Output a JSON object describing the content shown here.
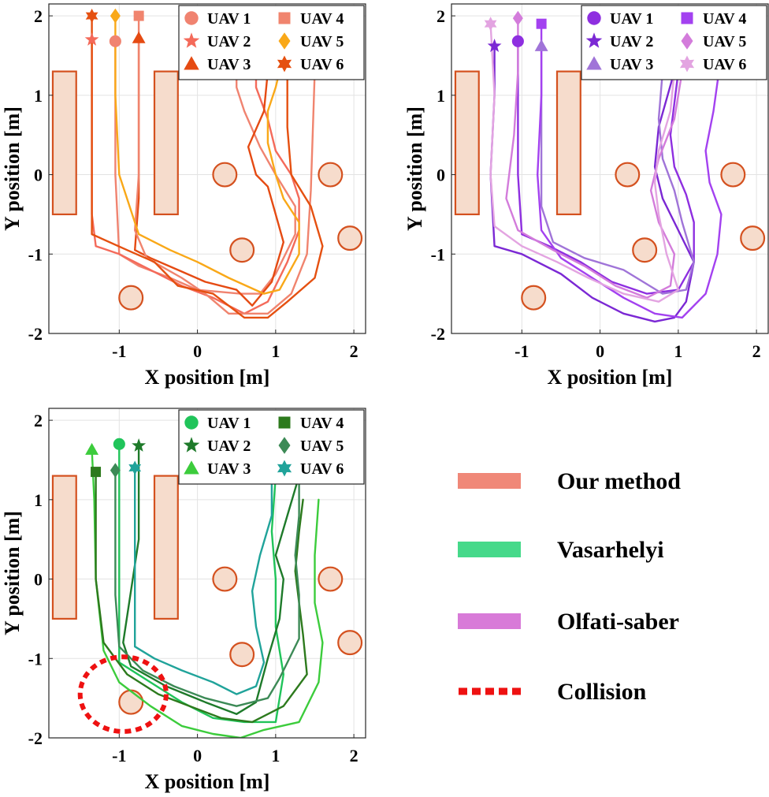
{
  "chart_data": [
    {
      "type": "line",
      "xlabel": "X position [m]",
      "ylabel": "Y position [m]",
      "xlim": [
        -1.9,
        2.15
      ],
      "ylim": [
        -2.0,
        2.15
      ],
      "x_ticks": [
        "-1",
        "0",
        "1",
        "2"
      ],
      "y_ticks": [
        "-2",
        "-1",
        "0",
        "1",
        "2"
      ],
      "grid": true,
      "legend_position": "top-right",
      "obstacles": {
        "color": "#f6dccc",
        "edge": "#d4511f",
        "rectangles": [
          {
            "x": [
              -1.85,
              -1.55
            ],
            "y": [
              -0.5,
              1.3
            ]
          },
          {
            "x": [
              -0.55,
              -0.25
            ],
            "y": [
              -0.5,
              1.3
            ]
          }
        ],
        "circles": [
          {
            "x": 0.35,
            "y": 0.0,
            "r": 0.15
          },
          {
            "x": 1.7,
            "y": 0.0,
            "r": 0.15
          },
          {
            "x": 0.57,
            "y": -0.95,
            "r": 0.15
          },
          {
            "x": 1.95,
            "y": -0.8,
            "r": 0.15
          },
          {
            "x": -0.85,
            "y": -1.55,
            "r": 0.15
          }
        ]
      },
      "series": [
        {
          "name": "UAV 1",
          "color": "#f08370",
          "marker": "circle",
          "x": [
            -1.05,
            -1.05,
            -1.05,
            -1.0,
            -0.75,
            -0.35,
            0.0,
            0.55,
            0.8,
            1.0,
            1.25,
            1.25,
            1.0,
            0.8,
            0.6,
            0.5,
            0.5
          ],
          "y": [
            1.68,
            1.0,
            0.0,
            -1.0,
            -1.15,
            -1.3,
            -1.45,
            -1.5,
            -1.5,
            -1.25,
            -0.75,
            -0.4,
            0.0,
            0.35,
            0.8,
            1.1,
            1.3
          ]
        },
        {
          "name": "UAV 2",
          "color": "#f46a5a",
          "marker": "star",
          "x": [
            -1.35,
            -1.35,
            -1.35,
            -1.35,
            -1.3,
            -1.0,
            -0.6,
            -0.2,
            0.2,
            0.6,
            0.9,
            1.15,
            1.3,
            1.3,
            1.2,
            1.0,
            0.9,
            0.75,
            0.75
          ],
          "y": [
            1.7,
            1.0,
            0.2,
            -0.5,
            -0.9,
            -1.0,
            -1.2,
            -1.4,
            -1.55,
            -1.75,
            -1.6,
            -1.1,
            -0.7,
            -0.3,
            0.0,
            0.3,
            0.7,
            1.1,
            1.3
          ]
        },
        {
          "name": "UAV 3",
          "color": "#e54a12",
          "marker": "triangle",
          "x": [
            -0.75,
            -0.75,
            -0.75,
            -0.75,
            -0.8,
            -0.6,
            -0.25,
            0.1,
            0.5,
            0.7,
            0.95,
            1.1,
            1.0,
            0.9,
            0.75,
            0.65,
            0.85,
            0.9
          ],
          "y": [
            1.72,
            1.0,
            0.4,
            -0.3,
            -0.95,
            -1.05,
            -1.2,
            -1.35,
            -1.45,
            -1.65,
            -1.35,
            -0.85,
            -0.5,
            -0.15,
            0.0,
            0.35,
            0.8,
            1.3
          ]
        },
        {
          "name": "UAV 4",
          "color": "#f0846e",
          "marker": "square",
          "x": [
            -0.75,
            -0.75,
            -0.75,
            -0.8,
            -0.65,
            -0.2,
            0.1,
            0.4,
            0.9,
            1.2,
            1.4,
            1.45,
            1.5
          ],
          "y": [
            2.0,
            1.2,
            0.0,
            -0.7,
            -1.05,
            -1.3,
            -1.5,
            -1.75,
            -1.75,
            -1.5,
            -1.0,
            -0.2,
            1.3
          ]
        },
        {
          "name": "UAV 5",
          "color": "#f9a818",
          "marker": "diamond",
          "x": [
            -1.05,
            -1.05,
            -1.0,
            -0.75,
            -0.35,
            0.0,
            0.4,
            0.85,
            1.05,
            1.3,
            1.3,
            1.1,
            1.0,
            0.9,
            0.9,
            1.0,
            1.05
          ],
          "y": [
            2.0,
            1.0,
            0.0,
            -0.75,
            -0.95,
            -1.1,
            -1.3,
            -1.5,
            -1.45,
            -1.0,
            -0.6,
            -0.3,
            0.0,
            0.4,
            0.8,
            1.1,
            1.3
          ]
        },
        {
          "name": "UAV 6",
          "color": "#e55010",
          "marker": "hexagram",
          "x": [
            -1.35,
            -1.35,
            -1.35,
            -1.35,
            -0.9,
            -0.55,
            -0.25,
            0.2,
            0.6,
            0.9,
            1.15,
            1.5,
            1.6,
            1.45,
            1.2,
            1.15,
            1.15
          ],
          "y": [
            2.0,
            1.0,
            0.0,
            -0.75,
            -0.95,
            -1.1,
            -1.4,
            -1.5,
            -1.8,
            -1.8,
            -1.6,
            -1.3,
            -0.9,
            -0.4,
            0.0,
            0.6,
            1.3
          ]
        }
      ]
    },
    {
      "type": "line",
      "xlabel": "X position [m]",
      "ylabel": "Y position [m]",
      "xlim": [
        -1.9,
        2.15
      ],
      "ylim": [
        -2.0,
        2.15
      ],
      "x_ticks": [
        "-1",
        "0",
        "1",
        "2"
      ],
      "y_ticks": [
        "-2",
        "-1",
        "0",
        "1",
        "2"
      ],
      "grid": true,
      "legend_position": "top-right",
      "obstacles": {
        "color": "#f6dccc",
        "edge": "#d4511f",
        "rectangles": [
          {
            "x": [
              -1.85,
              -1.55
            ],
            "y": [
              -0.5,
              1.3
            ]
          },
          {
            "x": [
              -0.55,
              -0.25
            ],
            "y": [
              -0.5,
              1.3
            ]
          }
        ],
        "circles": [
          {
            "x": 0.35,
            "y": 0.0,
            "r": 0.15
          },
          {
            "x": 1.7,
            "y": 0.0,
            "r": 0.15
          },
          {
            "x": 0.57,
            "y": -0.95,
            "r": 0.15
          },
          {
            "x": 1.95,
            "y": -0.8,
            "r": 0.15
          },
          {
            "x": -0.85,
            "y": -1.55,
            "r": 0.15
          }
        ]
      },
      "series": [
        {
          "name": "UAV 1",
          "color": "#8e2fe0",
          "marker": "circle",
          "x": [
            -1.05,
            -1.05,
            -1.05,
            -1.0,
            -0.65,
            -0.25,
            0.15,
            0.6,
            1.0,
            1.2,
            1.2,
            1.1,
            0.95,
            0.9,
            0.95,
            1.0
          ],
          "y": [
            1.68,
            1.0,
            0.0,
            -0.75,
            -0.9,
            -1.1,
            -1.35,
            -1.5,
            -1.45,
            -1.1,
            -0.6,
            -0.25,
            0.1,
            0.5,
            0.9,
            1.3
          ]
        },
        {
          "name": "UAV 2",
          "color": "#7b28d4",
          "marker": "star",
          "x": [
            -1.35,
            -1.35,
            -1.4,
            -1.35,
            -1.0,
            -0.5,
            -0.1,
            0.3,
            0.7,
            0.95,
            1.1,
            1.2,
            1.0,
            0.8,
            0.7,
            0.75,
            0.95
          ],
          "y": [
            1.62,
            1.0,
            0.0,
            -0.9,
            -1.0,
            -1.25,
            -1.55,
            -1.75,
            -1.85,
            -1.8,
            -1.6,
            -1.1,
            -0.7,
            -0.3,
            0.1,
            0.6,
            1.3
          ]
        },
        {
          "name": "UAV 3",
          "color": "#a074d8",
          "marker": "triangle",
          "x": [
            -0.75,
            -0.75,
            -0.75,
            -0.75,
            -0.6,
            -0.2,
            0.3,
            0.8,
            1.1,
            1.2,
            1.05,
            0.95,
            0.8,
            0.75,
            0.8
          ],
          "y": [
            1.62,
            1.0,
            0.2,
            -0.4,
            -0.85,
            -1.05,
            -1.2,
            -1.5,
            -1.45,
            -1.1,
            -0.6,
            -0.2,
            0.2,
            0.7,
            1.3
          ]
        },
        {
          "name": "UAV 4",
          "color": "#a341f0",
          "marker": "square",
          "x": [
            -0.75,
            -0.75,
            -0.8,
            -0.75,
            -0.5,
            -0.1,
            0.3,
            0.7,
            1.05,
            1.35,
            1.5,
            1.55,
            1.4,
            1.35,
            1.45,
            1.52
          ],
          "y": [
            1.9,
            1.0,
            0.0,
            -0.7,
            -1.05,
            -1.3,
            -1.55,
            -1.75,
            -1.8,
            -1.5,
            -1.0,
            -0.5,
            -0.1,
            0.3,
            0.8,
            1.3
          ]
        },
        {
          "name": "UAV 5",
          "color": "#d37cdb",
          "marker": "diamond",
          "x": [
            -1.05,
            -1.05,
            -1.1,
            -1.2,
            -1.05,
            -0.6,
            -0.2,
            0.2,
            0.6,
            0.9,
            0.95,
            0.75,
            0.65,
            0.75,
            0.95,
            1.05
          ],
          "y": [
            1.97,
            1.3,
            0.5,
            -0.3,
            -0.7,
            -0.95,
            -1.15,
            -1.4,
            -1.55,
            -1.4,
            -1.0,
            -0.6,
            -0.2,
            0.2,
            0.7,
            1.3
          ]
        },
        {
          "name": "UAV 6",
          "color": "#e3a4e1",
          "marker": "hexagram",
          "x": [
            -1.4,
            -1.35,
            -1.4,
            -1.35,
            -1.0,
            -0.55,
            -0.15,
            0.3,
            0.75,
            1.0,
            0.85,
            0.75,
            0.7,
            0.75,
            0.9,
            0.95
          ],
          "y": [
            1.9,
            1.0,
            0.0,
            -0.65,
            -0.9,
            -1.1,
            -1.3,
            -1.5,
            -1.6,
            -1.45,
            -1.0,
            -0.5,
            -0.1,
            0.3,
            0.8,
            1.3
          ]
        }
      ]
    },
    {
      "type": "line",
      "xlabel": "X position [m]",
      "ylabel": "Y position [m]",
      "xlim": [
        -1.9,
        2.15
      ],
      "ylim": [
        -2.0,
        2.15
      ],
      "x_ticks": [
        "-1",
        "0",
        "1",
        "2"
      ],
      "y_ticks": [
        "-2",
        "-1",
        "0",
        "1",
        "2"
      ],
      "grid": true,
      "legend_position": "top-right",
      "collision": {
        "x": -0.95,
        "y": -1.45,
        "rx": 0.55,
        "ry": 0.47,
        "color": "#ee1111"
      },
      "obstacles": {
        "color": "#f6dccc",
        "edge": "#d4511f",
        "rectangles": [
          {
            "x": [
              -1.85,
              -1.55
            ],
            "y": [
              -0.5,
              1.3
            ]
          },
          {
            "x": [
              -0.55,
              -0.25
            ],
            "y": [
              -0.5,
              1.3
            ]
          }
        ],
        "circles": [
          {
            "x": 0.35,
            "y": 0.0,
            "r": 0.15
          },
          {
            "x": 1.7,
            "y": 0.0,
            "r": 0.15
          },
          {
            "x": 0.57,
            "y": -0.95,
            "r": 0.15
          },
          {
            "x": 1.95,
            "y": -0.8,
            "r": 0.15
          },
          {
            "x": -0.85,
            "y": -1.55,
            "r": 0.15
          }
        ]
      },
      "series": [
        {
          "name": "UAV 1",
          "color": "#20c45a",
          "marker": "circle",
          "x": [
            -1.0,
            -1.0,
            -1.0,
            -1.0,
            -0.6,
            -0.2,
            0.2,
            0.6,
            1.0,
            1.1,
            1.0,
            1.0,
            0.95,
            1.0
          ],
          "y": [
            1.7,
            1.0,
            0.0,
            -1.05,
            -1.3,
            -1.55,
            -1.75,
            -1.8,
            -1.8,
            -1.2,
            -0.6,
            0.0,
            0.6,
            1.3
          ]
        },
        {
          "name": "UAV 2",
          "color": "#1e7a2a",
          "marker": "star",
          "x": [
            -0.75,
            -0.75,
            -0.75,
            -0.95,
            -0.85,
            -0.4,
            0.1,
            0.5,
            0.75,
            0.9,
            1.05,
            1.1,
            1.0,
            1.15,
            1.3
          ],
          "y": [
            1.68,
            1.2,
            0.5,
            -0.8,
            -1.1,
            -1.35,
            -1.55,
            -1.7,
            -1.55,
            -1.0,
            -0.5,
            0.0,
            0.3,
            0.8,
            1.3
          ]
        },
        {
          "name": "UAV 3",
          "color": "#3ccc3c",
          "marker": "triangle",
          "x": [
            -1.35,
            -1.32,
            -1.3,
            -1.2,
            -1.0,
            -0.6,
            -0.2,
            0.2,
            0.55,
            0.85,
            1.3,
            1.55,
            1.6,
            1.5,
            1.5,
            1.55
          ],
          "y": [
            1.63,
            1.0,
            0.0,
            -0.9,
            -1.3,
            -1.6,
            -1.85,
            -1.95,
            -2.0,
            -1.9,
            -1.8,
            -1.3,
            -0.8,
            -0.3,
            0.3,
            1.0
          ]
        },
        {
          "name": "UAV 4",
          "color": "#2d7a1d",
          "marker": "square",
          "x": [
            -1.3,
            -1.3,
            -1.3,
            -1.2,
            -0.9,
            -0.5,
            -0.1,
            0.3,
            0.7,
            1.1,
            1.4,
            1.35,
            1.3,
            1.25,
            1.3,
            1.35
          ],
          "y": [
            1.35,
            0.8,
            0.0,
            -0.8,
            -1.2,
            -1.45,
            -1.6,
            -1.75,
            -1.8,
            -1.6,
            -1.2,
            -0.7,
            -0.3,
            0.1,
            0.6,
            1.0
          ]
        },
        {
          "name": "UAV 5",
          "color": "#3c8a56",
          "marker": "diamond",
          "x": [
            -1.05,
            -1.05,
            -1.05,
            -1.0,
            -0.7,
            -0.3,
            0.1,
            0.5,
            0.9,
            1.05,
            1.3,
            1.3,
            1.25,
            1.3,
            1.3
          ],
          "y": [
            1.37,
            0.6,
            -0.2,
            -0.85,
            -1.15,
            -1.35,
            -1.5,
            -1.6,
            -1.5,
            -1.25,
            -0.75,
            -0.2,
            0.3,
            0.8,
            1.3
          ]
        },
        {
          "name": "UAV 6",
          "color": "#20a39a",
          "marker": "hexagram",
          "x": [
            -0.8,
            -0.8,
            -0.8,
            -0.8,
            -0.55,
            -0.2,
            0.2,
            0.5,
            0.75,
            0.85,
            0.75,
            0.7,
            0.8,
            0.95,
            0.95
          ],
          "y": [
            1.4,
            0.6,
            -0.2,
            -0.85,
            -1.0,
            -1.15,
            -1.3,
            -1.45,
            -1.35,
            -1.05,
            -0.6,
            -0.15,
            0.3,
            0.8,
            1.3
          ]
        }
      ]
    }
  ],
  "key": {
    "items": [
      {
        "label": "Our method",
        "color": "#f08878",
        "style": "bar"
      },
      {
        "label": "Vasarhelyi",
        "color": "#46d98a",
        "style": "bar"
      },
      {
        "label": "Olfati-saber",
        "color": "#d87ad8",
        "style": "bar"
      },
      {
        "label": "Collision",
        "color": "#ee1111",
        "style": "dotted"
      }
    ]
  }
}
